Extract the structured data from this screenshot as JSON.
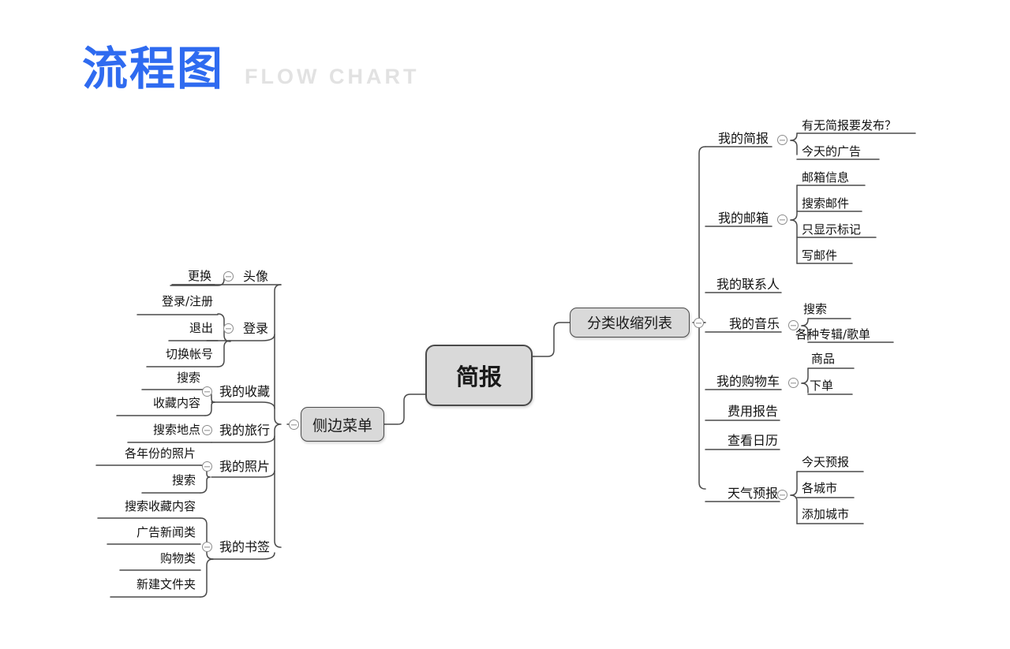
{
  "title": {
    "cn": "流程图",
    "en": "FLOW CHART",
    "cn_color": "#2f6bf0",
    "en_color": "#e2e2e2"
  },
  "colors": {
    "node_fill": "#d9d9d9",
    "node_border": "#4a4a4a",
    "line": "#4a4a4a",
    "text": "#111111",
    "background": "#ffffff",
    "collapse_icon": "#8c8c8c"
  },
  "chart_data": {
    "type": "diagram",
    "diagram_type": "mind-map",
    "title": "流程图",
    "subtitle": "FLOW CHART",
    "root": "简报",
    "branches": [
      {
        "name": "侧边菜单",
        "side": "left",
        "children": [
          {
            "name": "头像",
            "children": [
              "更换"
            ]
          },
          {
            "name": "登录",
            "children": [
              "登录/注册",
              "退出",
              "切换帐号"
            ]
          },
          {
            "name": "我的收藏",
            "children": [
              "搜索",
              "收藏内容"
            ]
          },
          {
            "name": "我的旅行",
            "children": [
              "搜索地点"
            ]
          },
          {
            "name": "我的照片",
            "children": [
              "各年份的照片",
              "搜索"
            ]
          },
          {
            "name": "我的书签",
            "children": [
              "搜索收藏内容",
              "广告新闻类",
              "购物类",
              "新建文件夹"
            ]
          }
        ]
      },
      {
        "name": "分类收缩列表",
        "side": "right",
        "children": [
          {
            "name": "我的简报",
            "children": [
              "有无简报要发布？",
              "今天的广告"
            ]
          },
          {
            "name": "我的邮箱",
            "children": [
              "邮箱信息",
              "搜索邮件",
              "只显示标记",
              "写邮件"
            ]
          },
          {
            "name": "我的联系人",
            "children": []
          },
          {
            "name": "我的音乐",
            "children": [
              "搜索",
              "各种专辑/歌单"
            ]
          },
          {
            "name": "我的购物车",
            "children": [
              "商品",
              "下单"
            ]
          },
          {
            "name": "费用报告",
            "children": []
          },
          {
            "name": "查看日历",
            "children": []
          },
          {
            "name": "天气预报",
            "children": [
              "今天预报",
              "各城市",
              "添加城市"
            ]
          }
        ]
      }
    ]
  },
  "nodes": {
    "root": "简报",
    "left_branch": "侧边菜单",
    "right_branch": "分类收缩列表",
    "left": {
      "avatar": {
        "label": "头像",
        "children": [
          "更换"
        ]
      },
      "login": {
        "label": "登录",
        "children": [
          "登录/注册",
          "退出",
          "切换帐号"
        ]
      },
      "favorites": {
        "label": "我的收藏",
        "children": [
          "搜索",
          "收藏内容"
        ]
      },
      "travel": {
        "label": "我的旅行",
        "children": [
          "搜索地点"
        ]
      },
      "photos": {
        "label": "我的照片",
        "children": [
          "各年份的照片",
          "搜索"
        ]
      },
      "bookmarks": {
        "label": "我的书签",
        "children": [
          "搜索收藏内容",
          "广告新闻类",
          "购物类",
          "新建文件夹"
        ]
      }
    },
    "right": {
      "briefing": {
        "label": "我的简报",
        "children": [
          "有无简报要发布？",
          "今天的广告"
        ]
      },
      "mailbox": {
        "label": "我的邮箱",
        "children": [
          "邮箱信息",
          "搜索邮件",
          "只显示标记",
          "写邮件"
        ]
      },
      "contacts": {
        "label": "我的联系人",
        "children": []
      },
      "music": {
        "label": "我的音乐",
        "children": [
          "搜索",
          "各种专辑/歌单"
        ]
      },
      "cart": {
        "label": "我的购物车",
        "children": [
          "商品",
          "下单"
        ]
      },
      "expense": {
        "label": "费用报告",
        "children": []
      },
      "calendar": {
        "label": "查看日历",
        "children": []
      },
      "weather": {
        "label": "天气预报",
        "children": [
          "今天预报",
          "各城市",
          "添加城市"
        ]
      }
    }
  }
}
